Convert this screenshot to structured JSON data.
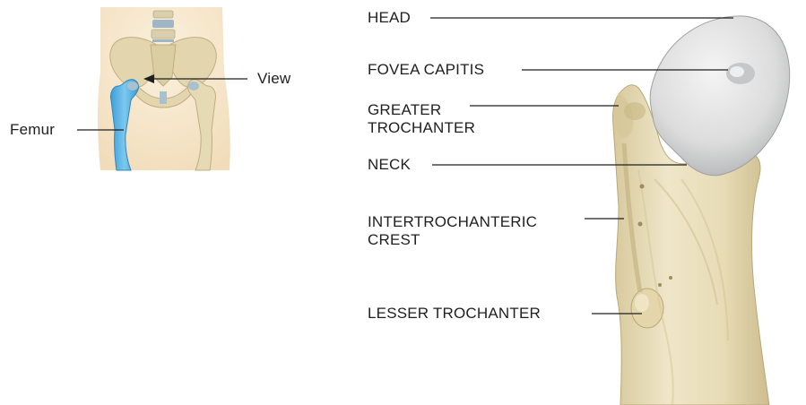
{
  "inset": {
    "femur_label": "Femur",
    "view_label": "View"
  },
  "labels": {
    "head": "HEAD",
    "fovea_capitis": "FOVEA CAPITIS",
    "greater_trochanter_line1": "GREATER",
    "greater_trochanter_line2": "TROCHANTER",
    "neck": "NECK",
    "intertrochanteric_crest_line1": "INTERTROCHANTERIC",
    "intertrochanteric_crest_line2": "CREST",
    "lesser_trochanter": "LESSER TROCHANTER"
  },
  "colors": {
    "bone": "#e6dcb8",
    "bone_shadow": "#cbbd92",
    "articular_cartilage": "#d9dadb",
    "highlighted_femur": "#5ab4e5",
    "skin": "#f6e7cc",
    "leader_line": "#1f1f1f"
  }
}
